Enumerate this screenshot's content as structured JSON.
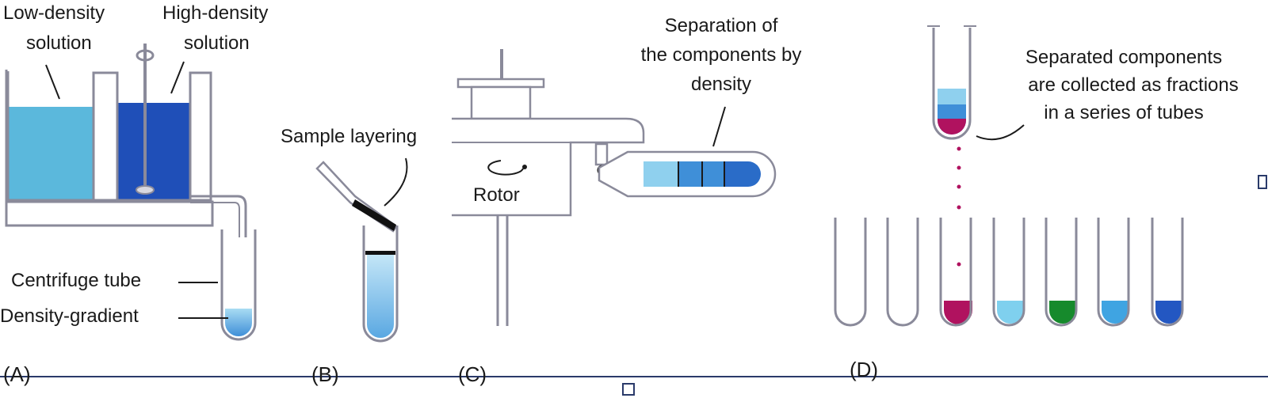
{
  "panels": {
    "a": {
      "letter": "(A)",
      "low_density_line1": "Low-density",
      "low_density_line2": "solution",
      "high_density_line1": "High-density",
      "high_density_line2": "solution",
      "centrifuge_tube": "Centrifuge tube",
      "density_gradient": "Density-gradient"
    },
    "b": {
      "letter": "(B)",
      "sample_layering": "Sample layering"
    },
    "c": {
      "letter": "(C)",
      "rotor": "Rotor",
      "separation_line1": "Separation of",
      "separation_line2": "the components by",
      "separation_line3": "density"
    },
    "d": {
      "letter": "(D)",
      "collected_line1": "Separated components",
      "collected_line2": "are collected as fractions",
      "collected_line3": "in a series of tubes"
    }
  },
  "colors": {
    "low_density_fill": "#5bb8dc",
    "high_density_fill": "#1f4fb8",
    "gradient_light": "#8fd0ee",
    "gradient_mid": "#4a9ddd",
    "sample_band": "#111111",
    "fraction_magenta": "#b0125f",
    "fraction_light_blue": "#7fd0ee",
    "fraction_green": "#168a2c",
    "fraction_mid_blue": "#3fa4e2",
    "fraction_dark_blue": "#2357c2",
    "outline": "#8a8a9a"
  }
}
